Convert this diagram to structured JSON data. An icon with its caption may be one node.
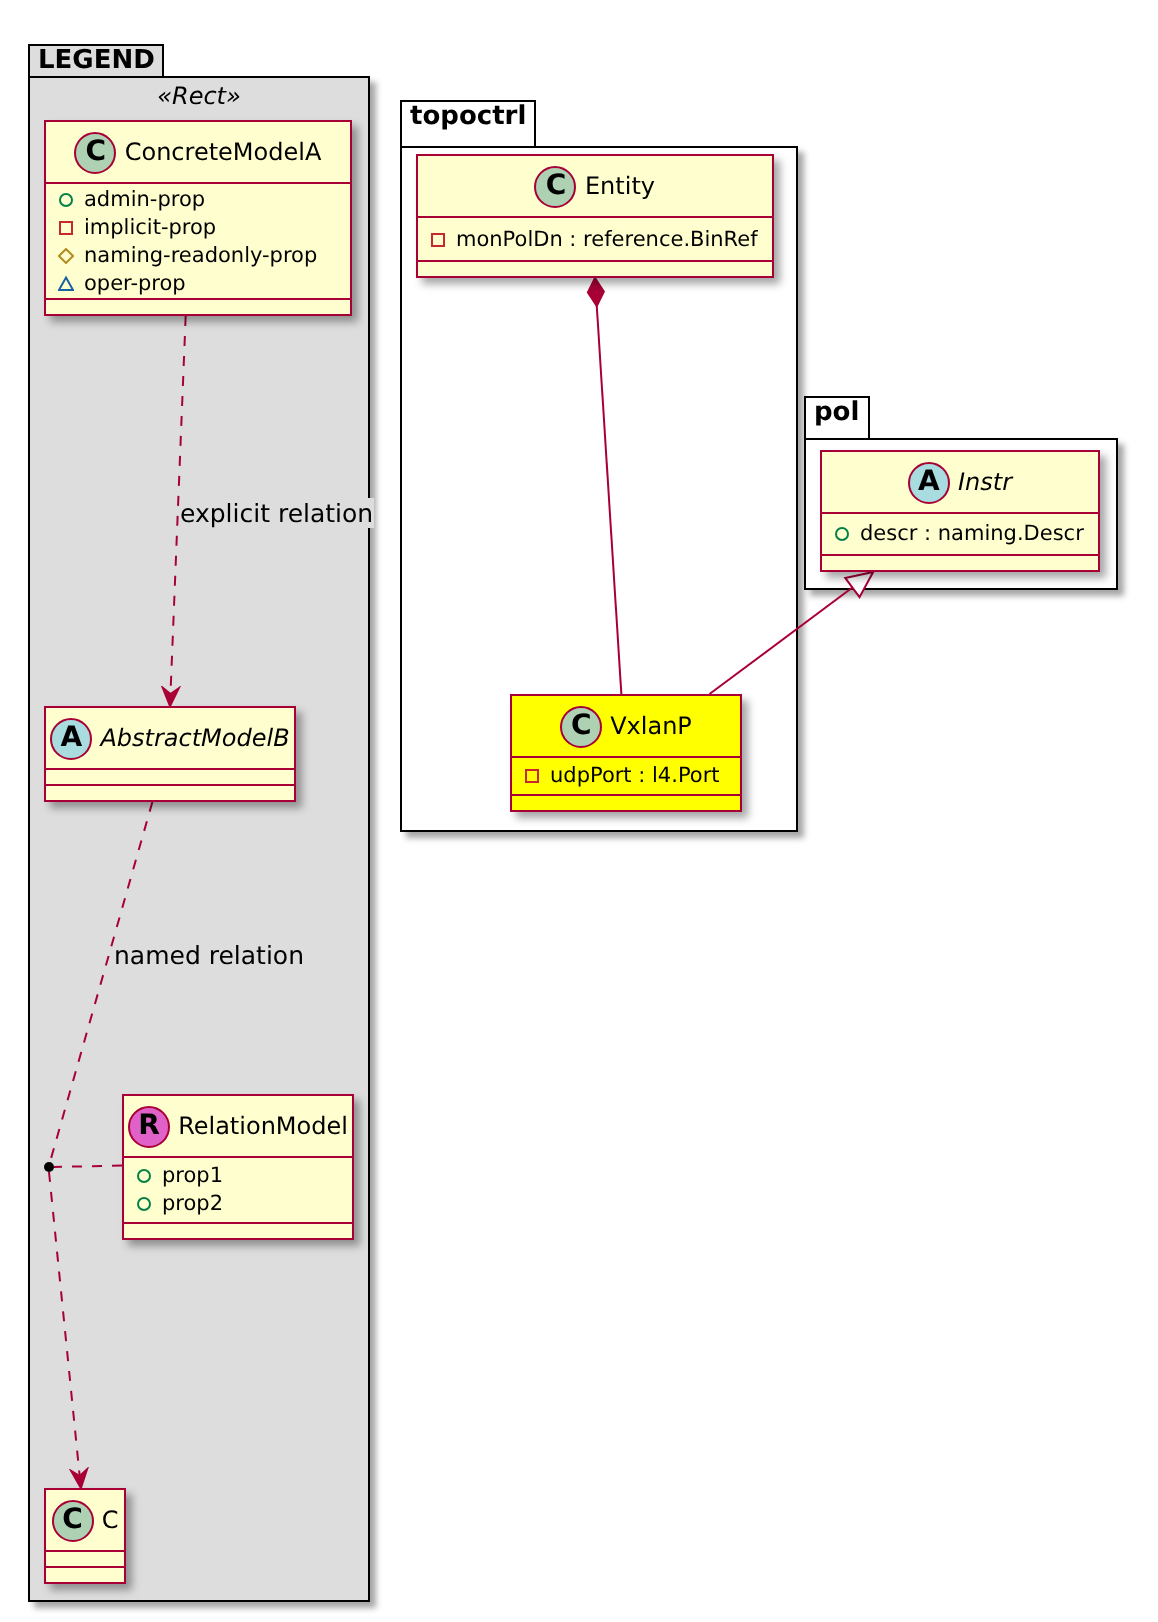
{
  "diagram": {
    "nodes": [
      {
        "text": [
          "LEGEND",
          "«Rect»"
        ]
      },
      {
        "text": [
          "C",
          "ConcreteModelA",
          "admin-prop",
          "implicit-prop",
          "naming-readonly-prop",
          "oper-prop"
        ],
        "in": 0
      },
      {
        "text": [
          "A",
          "AbstractModelB"
        ],
        "in": 0
      },
      {
        "text": [
          "R",
          "RelationModel",
          "prop1",
          "prop2"
        ],
        "in": 0
      },
      {
        "text": [],
        "shape": "circle",
        "in": 0
      },
      {
        "text": [
          "C",
          "C"
        ],
        "in": 0
      },
      {
        "text": [
          "topoctrl"
        ]
      },
      {
        "text": [
          "C",
          "Entity",
          "monPolDn : reference.BinRef"
        ],
        "in": 6
      },
      {
        "text": [
          "C",
          "VxlanP",
          "udpPort : l4.Port"
        ],
        "in": 6
      },
      {
        "text": [
          "pol"
        ]
      },
      {
        "text": [
          "A",
          "Instr",
          "descr : naming.Descr"
        ],
        "in": 9
      }
    ],
    "edges": [
      {
        "from": 1,
        "to": 2,
        "arrow": "to",
        "style": "dashed",
        "label": "explicit relation"
      },
      {
        "from": 2,
        "to": 4,
        "arrow": "none",
        "style": "dashed",
        "label": "named relation"
      },
      {
        "from": 4,
        "to": 5,
        "arrow": "to",
        "style": "dashed"
      },
      {
        "from": 3,
        "to": 4,
        "arrow": "none",
        "style": "dashed"
      },
      {
        "from": 7,
        "to": 8,
        "arrow": "other"
      },
      {
        "from": 8,
        "to": 10,
        "arrow": "to"
      }
    ]
  }
}
